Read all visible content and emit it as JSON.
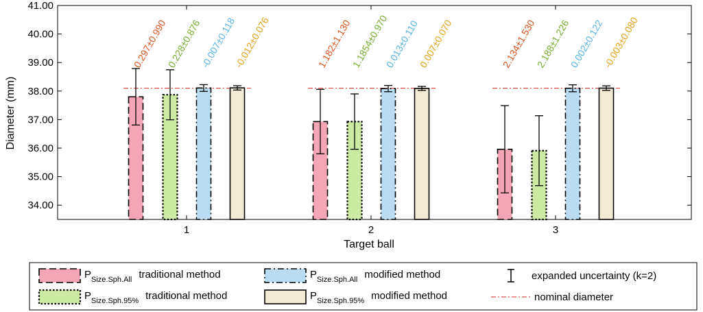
{
  "chart_data": {
    "type": "bar",
    "xlabel": "Target ball",
    "ylabel": "Diameter (mm)",
    "categories": [
      "1",
      "2",
      "3"
    ],
    "ylim": [
      33.5,
      41.0
    ],
    "yticks": [
      "34.00",
      "35.00",
      "36.00",
      "37.00",
      "38.00",
      "39.00",
      "40.00",
      "41.00"
    ],
    "nominal_diameter": 38.1,
    "series": [
      {
        "name": "traditional method",
        "subscript": "Size.Sph.All",
        "color": "#f4a6b6",
        "border": "dash",
        "values": [
          37.8,
          36.93,
          35.96
        ],
        "error": [
          0.99,
          1.13,
          1.53
        ],
        "labels": [
          "0.297±0.990",
          "1.182±1.130",
          "2.134±1.530"
        ],
        "label_color": "#d9531e"
      },
      {
        "name": "traditional method",
        "subscript": "Size.Sph.95%",
        "color": "#cdeaa2",
        "border": "dot",
        "values": [
          37.87,
          36.93,
          35.91
        ],
        "error": [
          0.876,
          0.97,
          1.226
        ],
        "labels": [
          "0.228±0.876",
          "1.1854±0.970",
          "2.188±1.226"
        ],
        "label_color": "#77ac30"
      },
      {
        "name": "modified method",
        "subscript": "Size.Sph.All",
        "color": "#b9dcf2",
        "border": "dashdot",
        "values": [
          38.107,
          38.087,
          38.098
        ],
        "error": [
          0.118,
          0.11,
          0.122
        ],
        "labels": [
          "-0.007±0.118",
          "0.013±0.110",
          "0.002±0.122"
        ],
        "label_color": "#5ab4e5"
      },
      {
        "name": "modified method",
        "subscript": "Size.Sph.95%",
        "color": "#f3ead6",
        "border": "solid",
        "values": [
          38.112,
          38.093,
          38.103
        ],
        "error": [
          0.076,
          0.07,
          0.08
        ],
        "labels": [
          "-0.012±0.076",
          "0.007±0.070",
          "-0.003±0.080"
        ],
        "label_color": "#e0a21a"
      }
    ],
    "legend": {
      "P": "P",
      "uncertainty": "expanded uncertainty (k=2)",
      "nominal": "nominal diameter"
    }
  }
}
